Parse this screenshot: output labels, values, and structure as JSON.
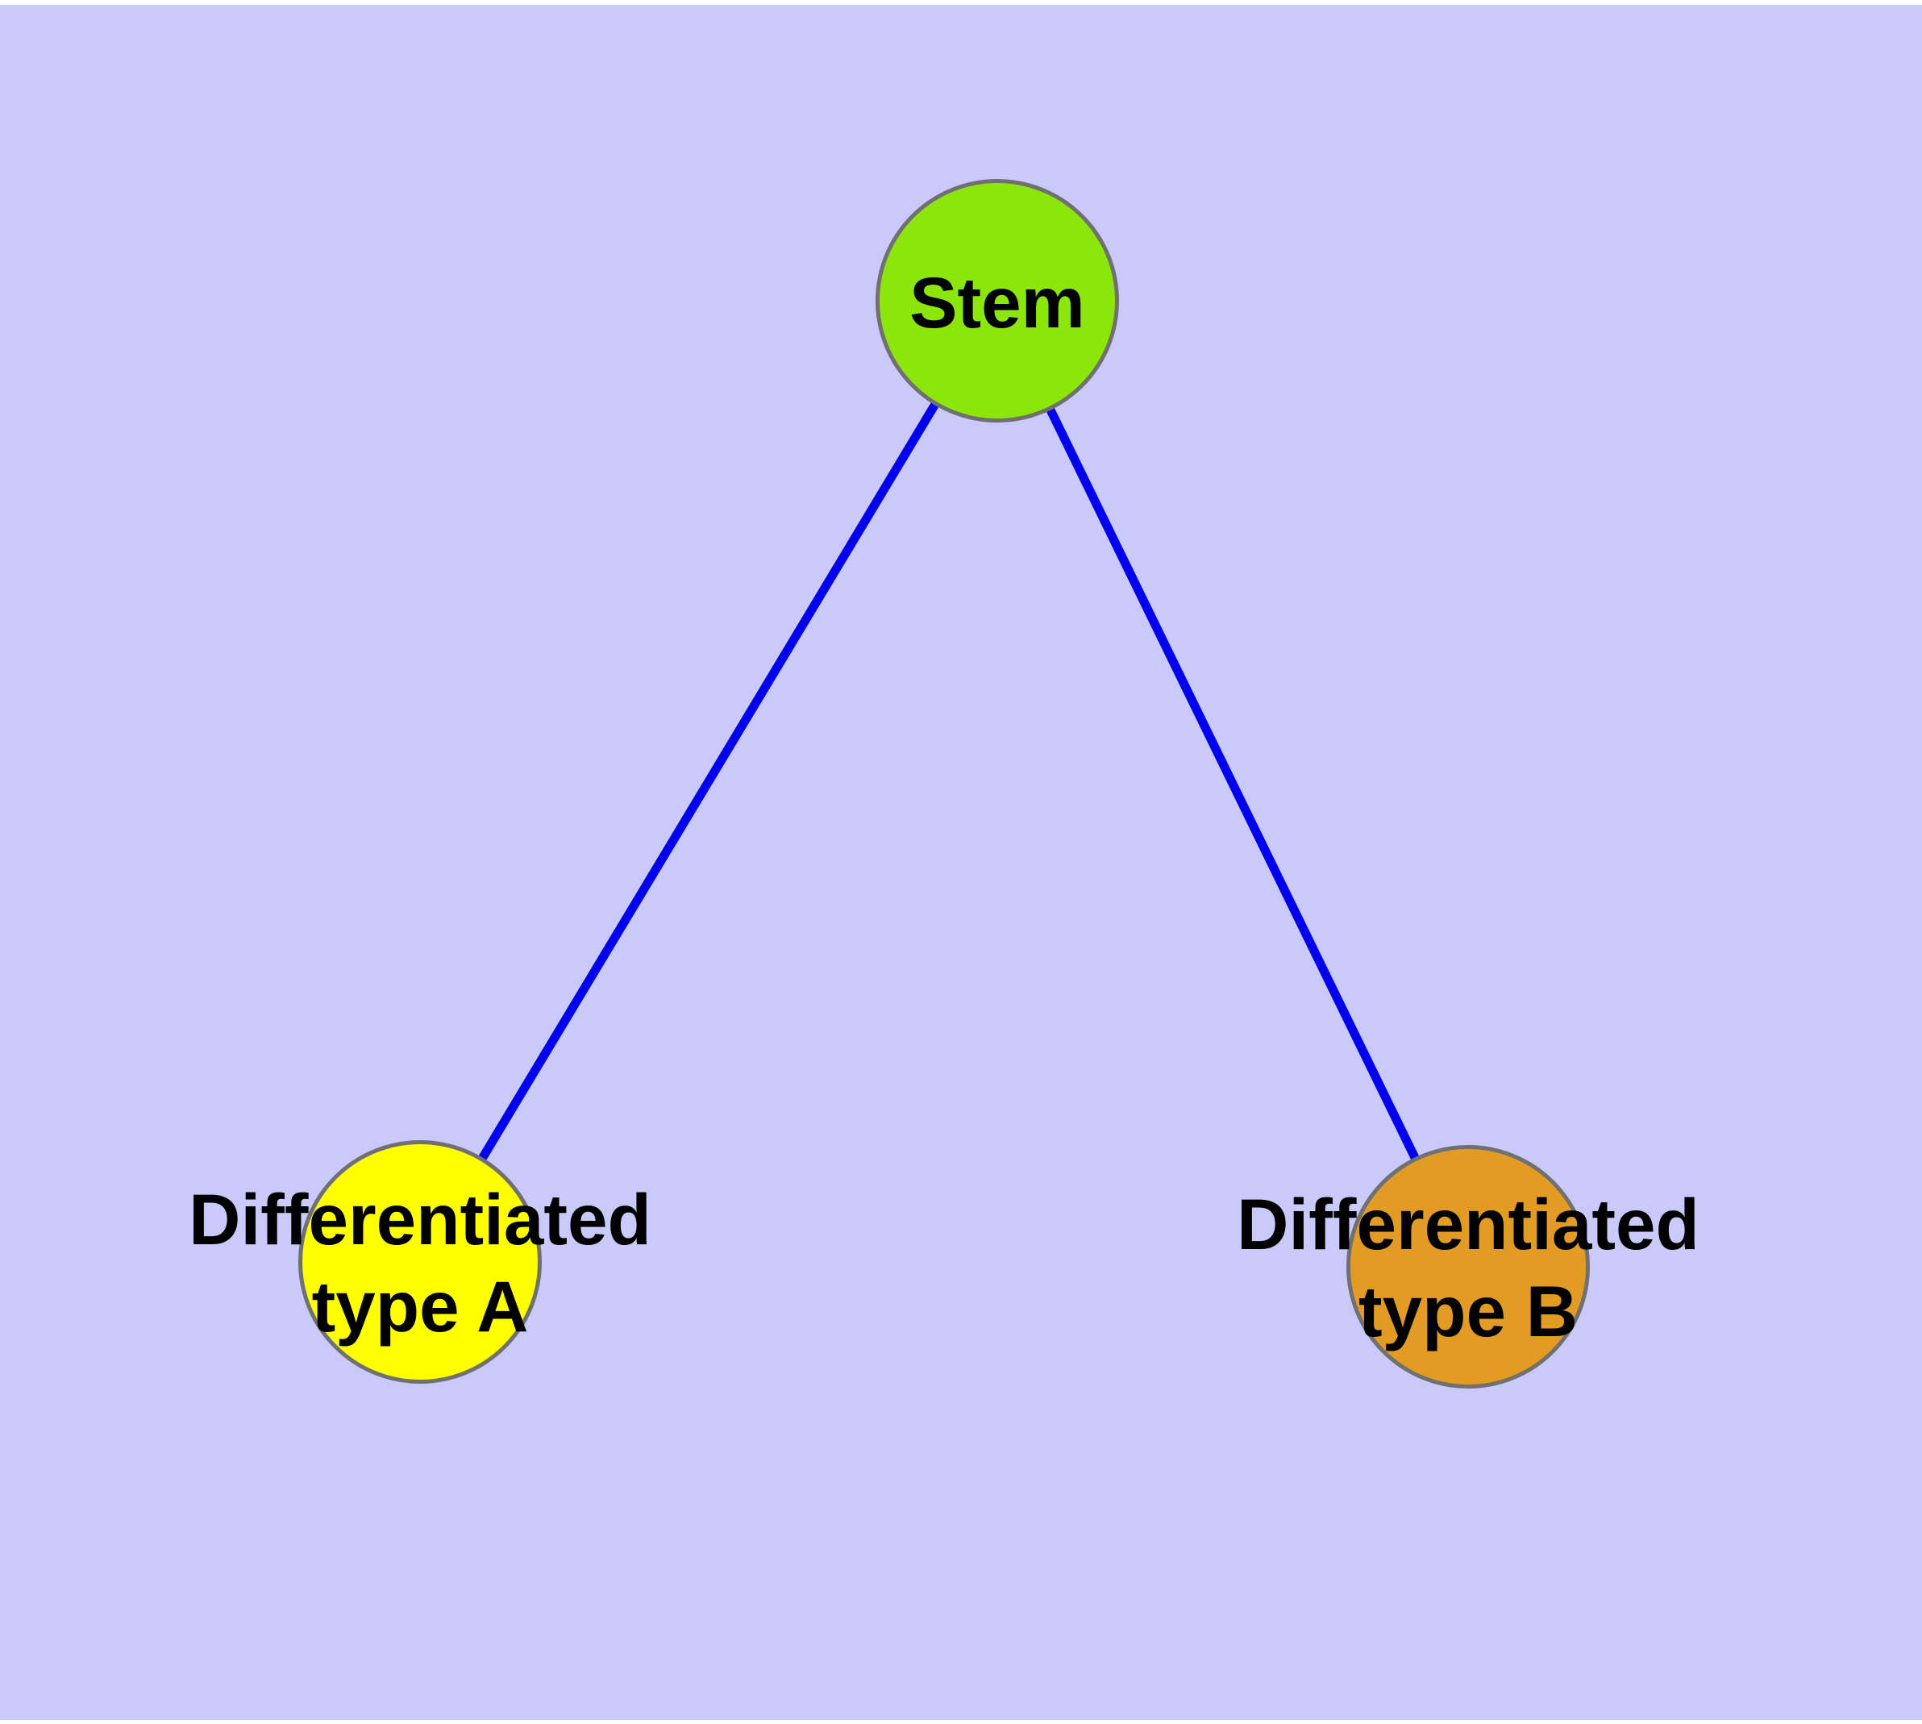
{
  "diagram": {
    "background_color": "#C9C9FA",
    "node_border_color": "#707070",
    "text_color": "#000000",
    "edge_style": {
      "color": "#0000EE"
    },
    "nodes": [
      {
        "id": "stem",
        "label": "Stem",
        "fill_color": "#8CE60A"
      },
      {
        "id": "typeA",
        "label": "Differentiated\ntype A",
        "fill_color": "#FFFF00"
      },
      {
        "id": "typeB",
        "label": "Differentiated\ntype B",
        "fill_color": "#E29C24"
      }
    ],
    "edges": [
      {
        "from": "stem",
        "to": "typeA"
      },
      {
        "from": "stem",
        "to": "typeB"
      }
    ]
  }
}
